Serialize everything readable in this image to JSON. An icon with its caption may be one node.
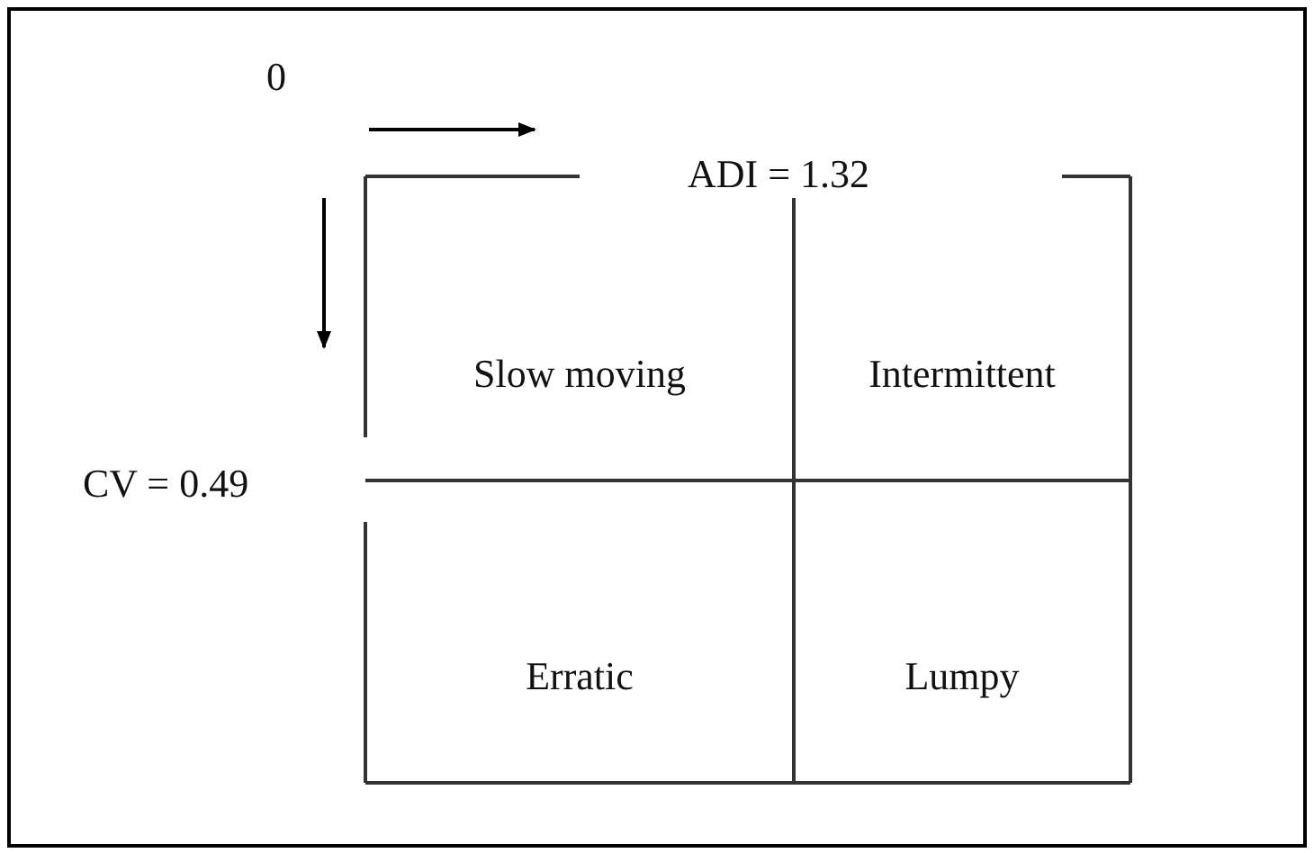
{
  "diagram": {
    "nodes": [
      {
        "text": [
          "Slow moving"
        ]
      },
      {
        "text": [
          "Intermittent"
        ]
      },
      {
        "text": [
          "Erratic"
        ]
      },
      {
        "text": [
          "Lumpy"
        ]
      }
    ],
    "labels": [
      "0",
      "ADI = 1.32",
      "CV = 0.49"
    ]
  }
}
